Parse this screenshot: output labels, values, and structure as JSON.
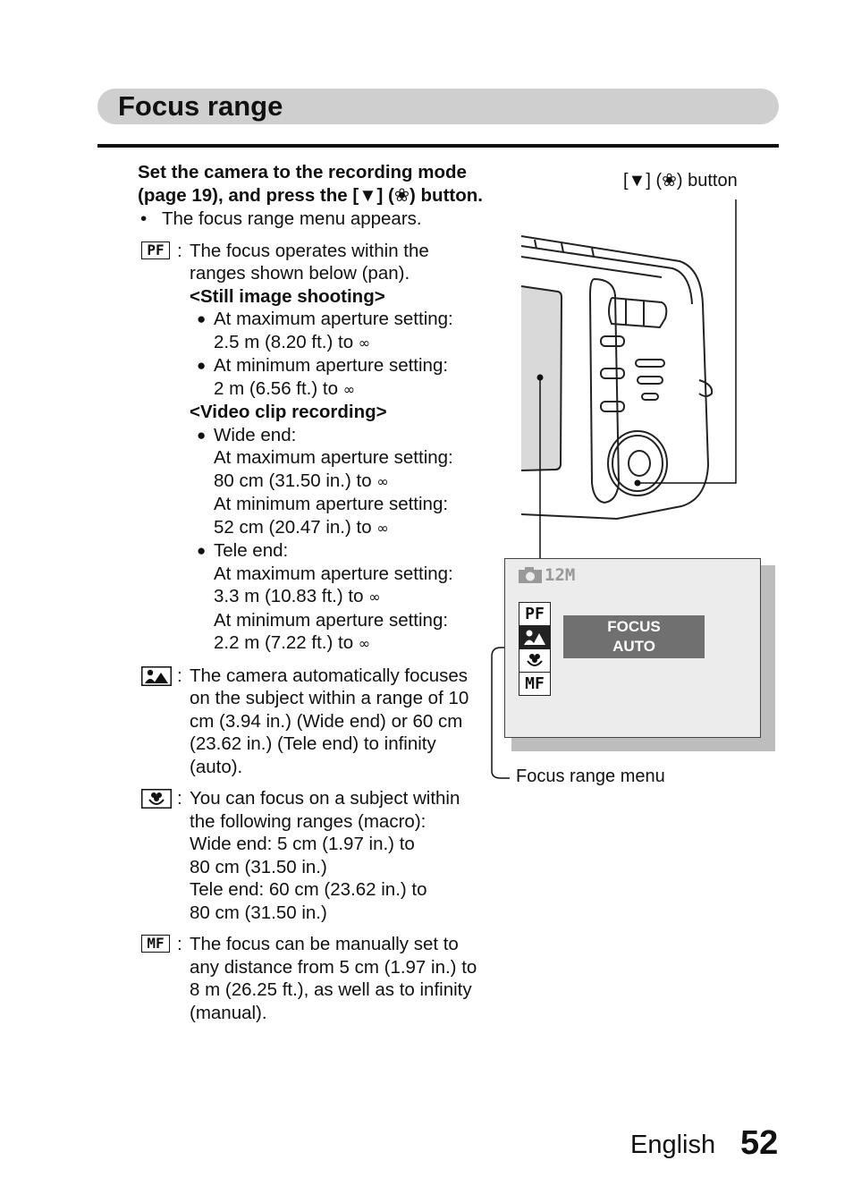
{
  "header": {
    "title": "Focus range"
  },
  "step": {
    "instruction": "Set the camera to the recording mode (page 19), and press the [▼] (❀) button.",
    "note_bullet": "•",
    "note": "The focus range menu appears."
  },
  "modes": {
    "pf": {
      "badge": "PF",
      "text": "The focus operates within the ranges shown below (pan).",
      "still_heading": "<Still image shooting>",
      "still_items": [
        {
          "line1": "At maximum aperture setting:",
          "line2": "2.5 m (8.20 ft.) to"
        },
        {
          "line1": "At minimum aperture setting:",
          "line2": "2 m (6.56 ft.) to"
        }
      ],
      "video_heading": "<Video clip recording>",
      "wide_label": "Wide end:",
      "wide_lines": [
        "At maximum aperture setting:",
        "80 cm (31.50 in.) to",
        "At minimum aperture setting:",
        "52 cm (20.47 in.) to"
      ],
      "tele_label": "Tele end:",
      "tele_lines": [
        "At maximum aperture setting:",
        "3.3 m (10.83 ft.) to",
        "At minimum aperture setting:",
        "2.2 m (7.22 ft.) to"
      ],
      "infinity": "∞"
    },
    "auto": {
      "text": "The camera automatically focuses on the subject within a range of 10 cm (3.94 in.) (Wide end) or 60 cm (23.62 in.) (Tele end) to infinity (auto)."
    },
    "macro": {
      "lines": [
        "You can focus on a subject within the following ranges (macro):",
        "Wide end: 5 cm (1.97 in.) to",
        "80 cm (31.50 in.)",
        "Tele end: 60 cm (23.62 in.) to",
        "80 cm (31.50 in.)"
      ]
    },
    "mf": {
      "badge": "MF",
      "text": "The focus can be manually set to any distance from 5 cm (1.97 in.) to 8 m (26.25 ft.), as well as to infinity (manual)."
    }
  },
  "figure": {
    "button_label": "[▼] (❀) button",
    "menu_label": "Focus range menu",
    "lcd": {
      "resolution": "12M",
      "focus_line1": "FOCUS",
      "focus_line2": "AUTO",
      "menu_cells": [
        "PF",
        "MF"
      ]
    }
  },
  "footer": {
    "language": "English",
    "page_number": "52"
  },
  "colors": {
    "title_bar": "#cfcfcf",
    "focus_box": "#707070",
    "lcd_bg": "#ececec"
  }
}
